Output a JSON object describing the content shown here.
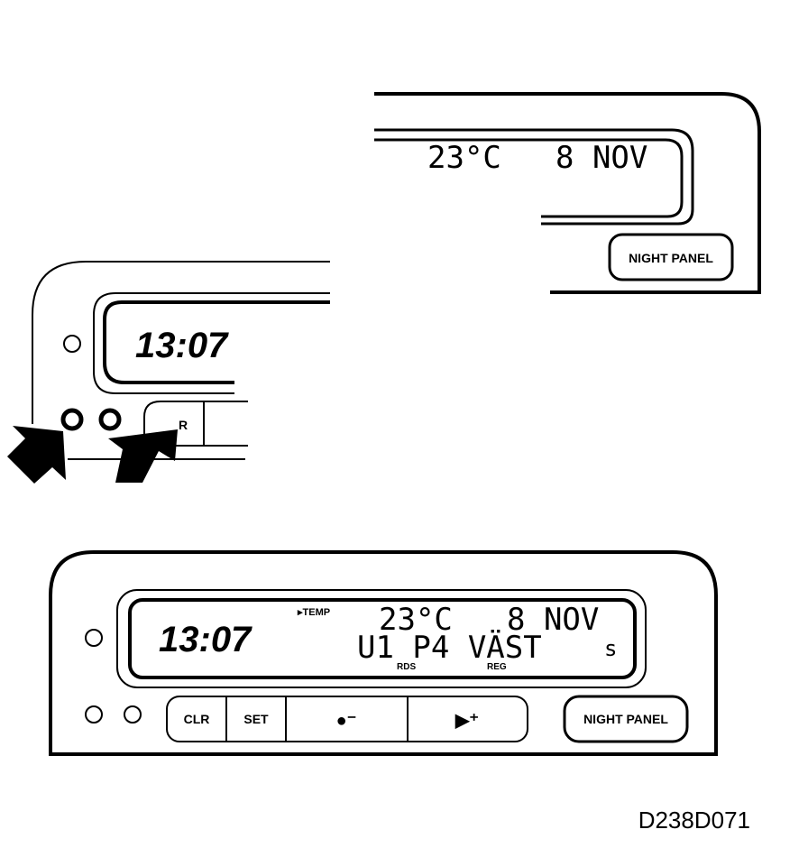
{
  "top_panel": {
    "temperature": "23°C",
    "date": "8 NOV",
    "night_panel_label": "NIGHT PANEL"
  },
  "middle_panel": {
    "clock": "13:07",
    "partial_button_label": "R"
  },
  "bottom_panel": {
    "temp_indicator": "▸TEMP",
    "temperature": "23°C",
    "date": "8 NOV",
    "clock": "13:07",
    "radio_line": "U1 P4 VÄST",
    "radio_suffix": "s",
    "rds_label": "RDS",
    "reg_label": "REG",
    "buttons": {
      "clr": "CLR",
      "set": "SET",
      "minus": "●⁻",
      "plus": "▶⁺",
      "night_panel": "NIGHT PANEL"
    }
  },
  "figure_code": "D238D071"
}
